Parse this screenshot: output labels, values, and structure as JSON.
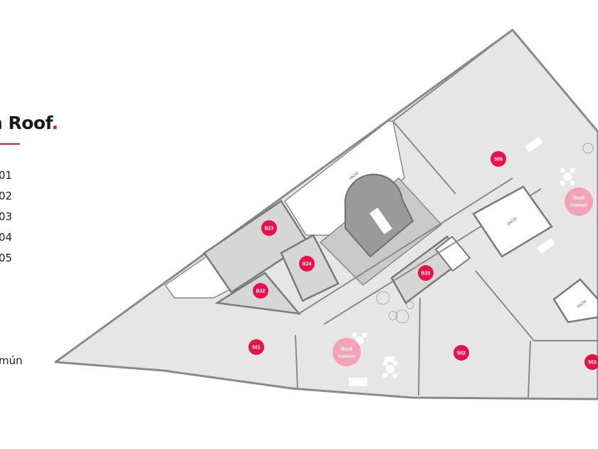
{
  "heading": {
    "text": "n Roof",
    "dot": "."
  },
  "legend": {
    "items": [
      "01",
      "02",
      "03",
      "04",
      "05"
    ],
    "common": "mún"
  },
  "units": {
    "u501": "501",
    "u502": "502",
    "u503": "503",
    "u505": "505",
    "b22": "B22",
    "b23": "B23",
    "b24": "B24",
    "b25": "B25"
  },
  "roof_common": {
    "line1": "Roof",
    "line2": "Comun"
  },
  "voids": {
    "label": "VACIO"
  },
  "colors": {
    "accent": "#e8114b",
    "roof_badge": "#f3a3b6",
    "floor": "#e6e6e6",
    "wall": "#8a8a8a"
  }
}
